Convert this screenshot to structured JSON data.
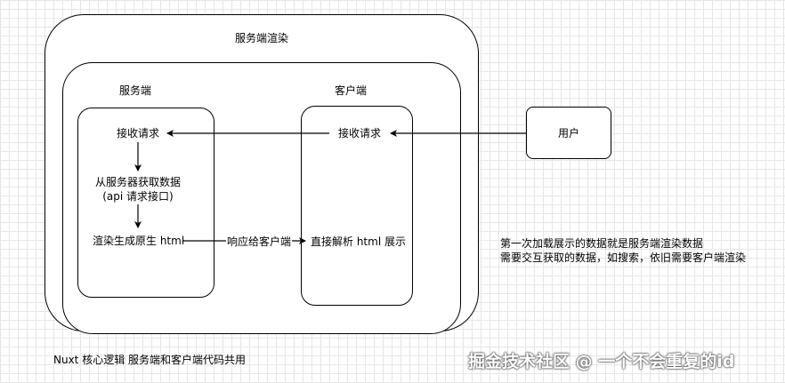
{
  "outer": {
    "title": "服务端渲染"
  },
  "server": {
    "title": "服务端",
    "receive": "接收请求",
    "fetch_line1": "从服务器获取数据",
    "fetch_line2": "(api 请求接口)",
    "render": "渲染生成原生 html"
  },
  "client": {
    "title": "客户端",
    "receive": "接收请求",
    "parse": "直接解析 html 展示"
  },
  "user": {
    "label": "用户"
  },
  "edge": {
    "respond": "响应给客户端"
  },
  "notes": {
    "line1": "第一次加载展示的数据就是服务端渲染数据",
    "line2": "需要交互获取的数据，如搜索，依旧需要客户端渲染"
  },
  "footer": {
    "label": "Nuxt 核心逻辑  服务端和客户端代码共用"
  },
  "watermark": {
    "text": "掘金技术社区 @ 一个不会重复的id"
  }
}
